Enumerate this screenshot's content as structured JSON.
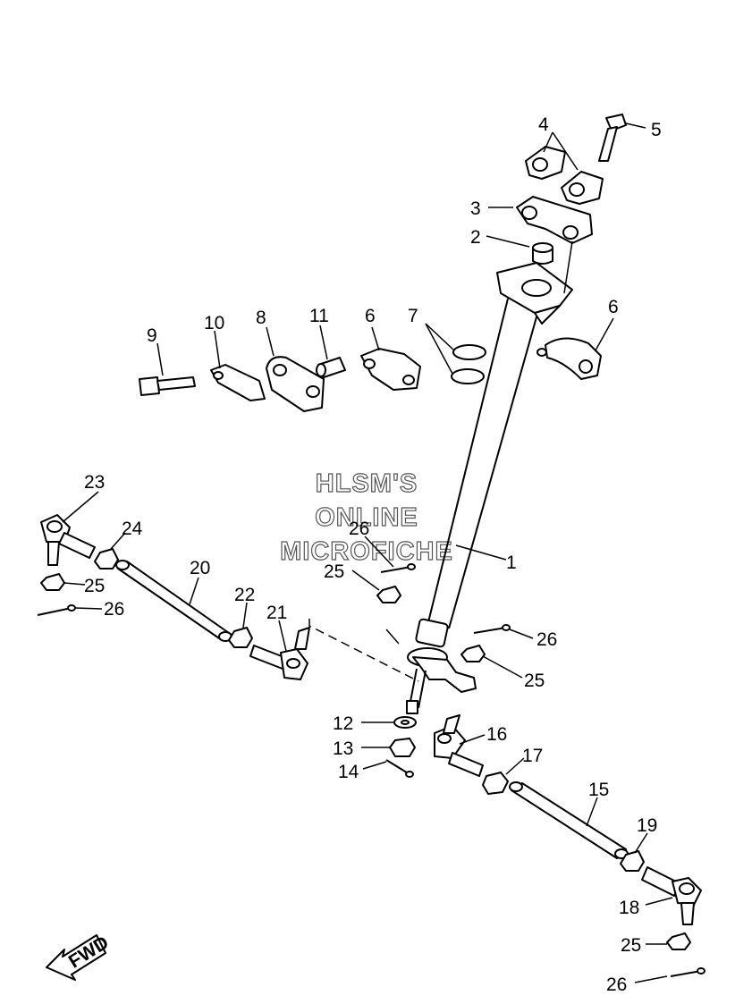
{
  "watermark": [
    "HLSM'S",
    "ONLINE",
    "MICROFICHE"
  ],
  "fwd_label": "FWD",
  "callouts": {
    "c1": "1",
    "c2": "2",
    "c3": "3",
    "c4": "4",
    "c5": "5",
    "c6a": "6",
    "c6b": "6",
    "c7": "7",
    "c8": "8",
    "c9": "9",
    "c10": "10",
    "c11": "11",
    "c12": "12",
    "c13": "13",
    "c14": "14",
    "c15": "15",
    "c16": "16",
    "c17": "17",
    "c18": "18",
    "c19": "19",
    "c20": "20",
    "c21": "21",
    "c22": "22",
    "c23": "23",
    "c24": "24",
    "c25a": "25",
    "c25b": "25",
    "c25c": "25",
    "c25d": "25",
    "c26a": "26",
    "c26b": "26",
    "c26c": "26",
    "c26d": "26"
  }
}
